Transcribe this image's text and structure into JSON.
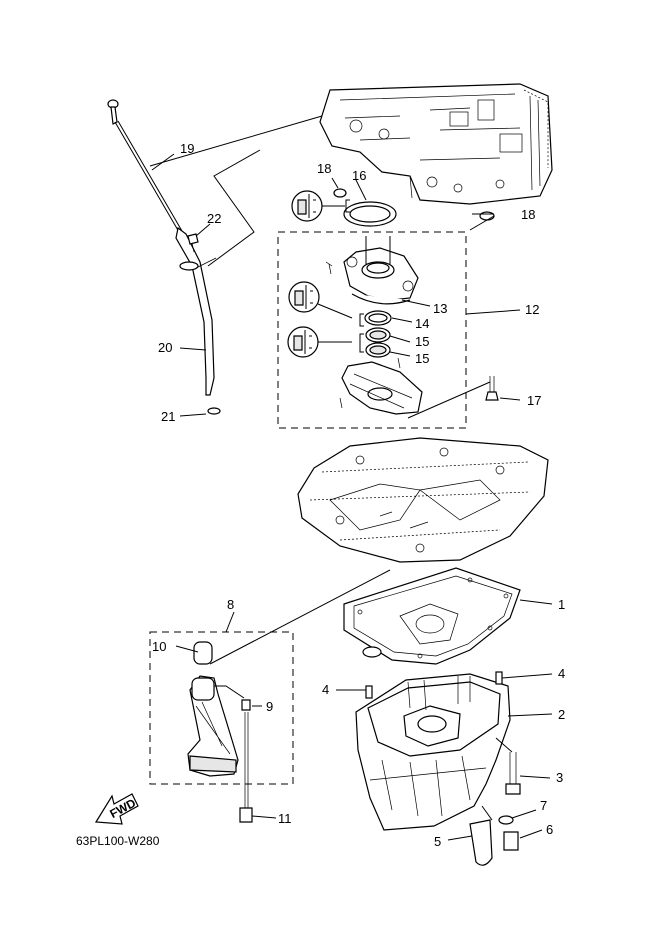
{
  "diagram_code": "63PL100-W280",
  "fwd_label": "FWD",
  "callouts": {
    "c1": "1",
    "c2": "2",
    "c3": "3",
    "c4a": "4",
    "c4b": "4",
    "c5": "5",
    "c6": "6",
    "c7": "7",
    "c8": "8",
    "c9": "9",
    "c10": "10",
    "c11": "11",
    "c12": "12",
    "c13": "13",
    "c14": "14",
    "c15a": "15",
    "c15b": "15",
    "c16": "16",
    "c17": "17",
    "c18a": "18",
    "c18b": "18",
    "c19": "19",
    "c20": "20",
    "c21": "21",
    "c22": "22"
  }
}
